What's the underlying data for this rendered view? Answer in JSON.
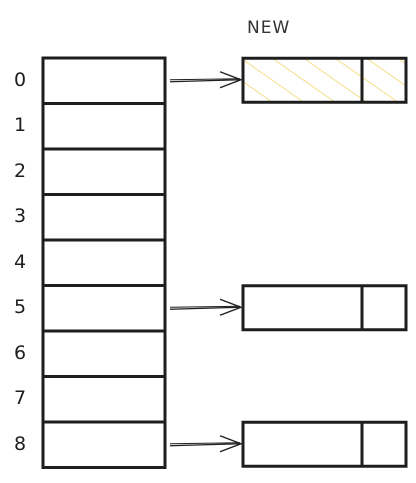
{
  "diagram": {
    "new_label": "NEW",
    "indices": [
      "0",
      "1",
      "2",
      "3",
      "4",
      "5",
      "6",
      "7",
      "8"
    ],
    "pointers": [
      {
        "from_index": 0,
        "highlighted": true
      },
      {
        "from_index": 5,
        "highlighted": false
      },
      {
        "from_index": 8,
        "highlighted": false
      }
    ]
  },
  "colors": {
    "stroke": "#1e1e1e",
    "highlight_hatch": "#f2df8a"
  }
}
